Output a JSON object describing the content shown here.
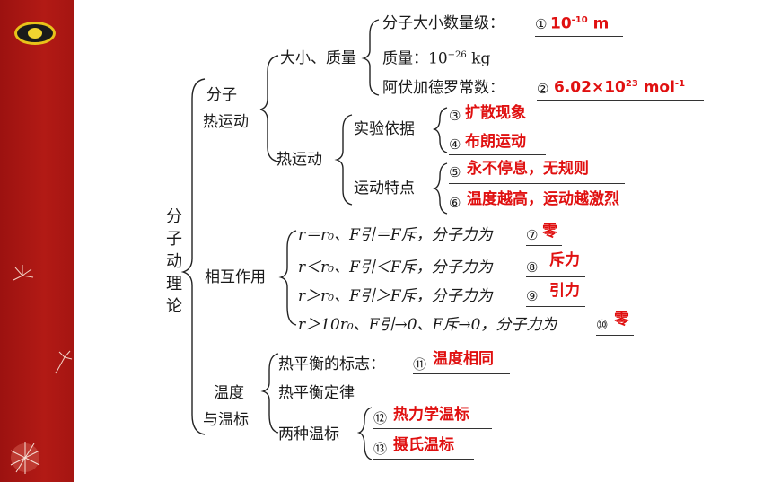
{
  "sidebar": {
    "logo_icon": "logo-icon"
  },
  "root": {
    "label": [
      "分",
      "子",
      "动",
      "理",
      "论"
    ]
  },
  "sections": {
    "molecule_motion": {
      "line1": "分子",
      "line2": "热运动"
    },
    "interaction": {
      "label": "相互作用"
    },
    "temperature": {
      "line1": "温度",
      "line2": "与温标"
    }
  },
  "size_mass": {
    "label": "大小、质量",
    "order_label": "分子大小数量级：",
    "order_num": "①",
    "order_answer_base": "10",
    "order_answer_exp": "-10",
    "order_answer_unit": " m",
    "mass_label": "质量：10",
    "mass_exp": "−26",
    "mass_unit": " kg",
    "avogadro_label": "阿伏加德罗常数：",
    "avogadro_num": "②",
    "avogadro_answer_a": "6.02×10",
    "avogadro_answer_exp": "23",
    "avogadro_answer_unit": " mol",
    "avogadro_answer_unit_exp": "-1"
  },
  "thermal_motion": {
    "label": "热运动",
    "evidence_label": "实验依据",
    "evidence_items": [
      {
        "num": "③",
        "answer": "扩散现象"
      },
      {
        "num": "④",
        "answer": "布朗运动"
      }
    ],
    "feature_label": "运动特点",
    "feature_items": [
      {
        "num": "⑤",
        "answer": "永不停息，无规则"
      },
      {
        "num": "⑥",
        "answer": "温度越高，运动越激烈"
      }
    ]
  },
  "forces": {
    "rows": [
      {
        "expr": "r＝r₀、F引＝F斥，分子力为",
        "num": "⑦",
        "answer": "零"
      },
      {
        "expr": "r＜r₀、F引＜F斥，分子力为",
        "num": "⑧",
        "answer": "斥力"
      },
      {
        "expr": "r＞r₀、F引＞F斥，分子力为",
        "num": "⑨",
        "answer": "引力"
      },
      {
        "expr": "r＞10r₀、F引→0、F斥→0，分子力为",
        "num": "⑩",
        "answer": "零"
      }
    ]
  },
  "temperature_detail": {
    "equilibrium_sign_label": "热平衡的标志：",
    "equilibrium_sign_num": "⑪",
    "equilibrium_sign_answer": "温度相同",
    "equilibrium_law": "热平衡定律",
    "scales_label": "两种温标",
    "scales": [
      {
        "num": "⑫",
        "answer": "热力学温标"
      },
      {
        "num": "⑬",
        "answer": "摄氏温标"
      }
    ]
  }
}
